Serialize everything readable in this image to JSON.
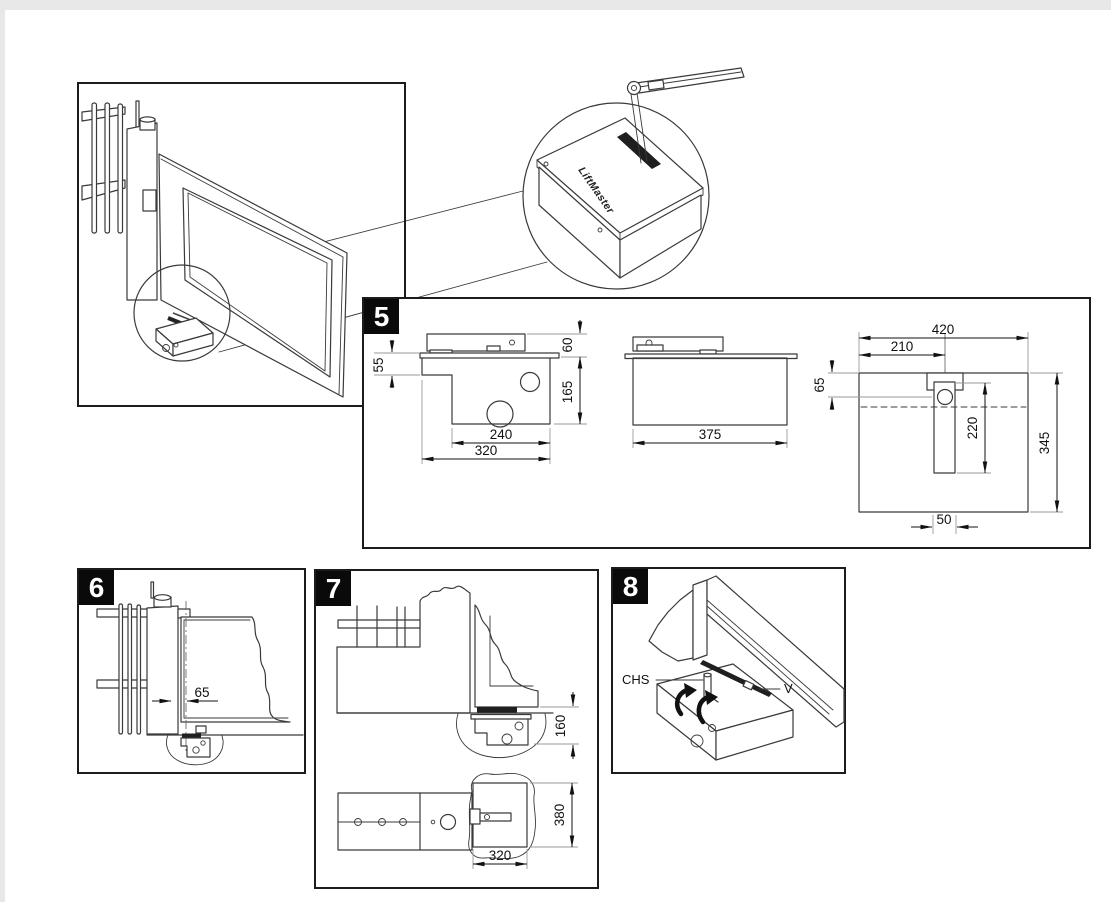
{
  "page": {
    "background": "#e8e8e8",
    "paper": "#ffffff",
    "ink": "#3a3a3a",
    "label_black": "#0a0a0a"
  },
  "overview": {
    "brand_text": "LiftMaster"
  },
  "fig5": {
    "number": "5",
    "side_view": {
      "lid_offset": "55",
      "arm_height": "60",
      "box_depth": "165",
      "inner_width": "240",
      "outer_width": "320"
    },
    "front_view": {
      "width": "375"
    },
    "plan_view": {
      "overall_width": "420",
      "hinge_offset": "210",
      "edge_offset": "65",
      "arm_length": "220",
      "overall_depth": "345",
      "arm_width": "50"
    }
  },
  "fig6": {
    "number": "6",
    "post_to_hinge": "65"
  },
  "fig7": {
    "number": "7",
    "install_depth": "160",
    "pit_length": "380",
    "pit_width": "320"
  },
  "fig8": {
    "number": "8",
    "release_label": "CHS",
    "screw_label": "V"
  }
}
